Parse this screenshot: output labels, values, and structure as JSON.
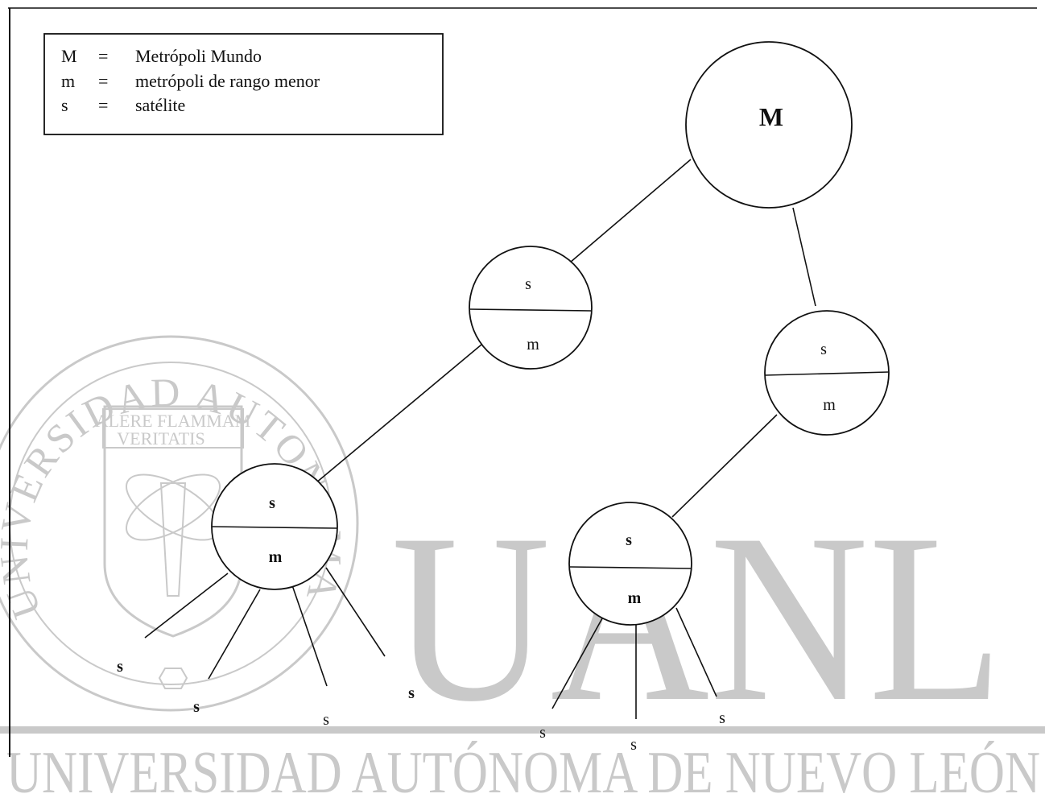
{
  "watermark": {
    "ring_text": "UNIVERSIDAD AUTONOMA DE NUEVO LEON",
    "motto_line1": "ALERE FLAMMAM",
    "motto_line2": "VERITATIS",
    "big_text": "UANL",
    "bottom_text": "UNIVERSIDAD AUTÓNOMA DE NUEVO LEÓN",
    "color": "#c9c9c9"
  },
  "legend": {
    "rows": [
      {
        "symbol": "M",
        "eq": "=",
        "meaning": "Metrópoli Mundo"
      },
      {
        "symbol": "m",
        "eq": "=",
        "meaning": "metrópoli de rango menor"
      },
      {
        "symbol": "s",
        "eq": "=",
        "meaning": "satélite"
      }
    ]
  },
  "nodes": {
    "world": {
      "label": "M"
    },
    "mid_left": {
      "top": "s",
      "bottom": "m"
    },
    "mid_right": {
      "top": "s",
      "bottom": "m"
    },
    "low_left": {
      "top": "s",
      "bottom": "m"
    },
    "low_right": {
      "top": "s",
      "bottom": "m"
    }
  },
  "satellites_left": [
    "s",
    "s",
    "s",
    "s"
  ],
  "satellites_right": [
    "s",
    "s",
    "s"
  ]
}
